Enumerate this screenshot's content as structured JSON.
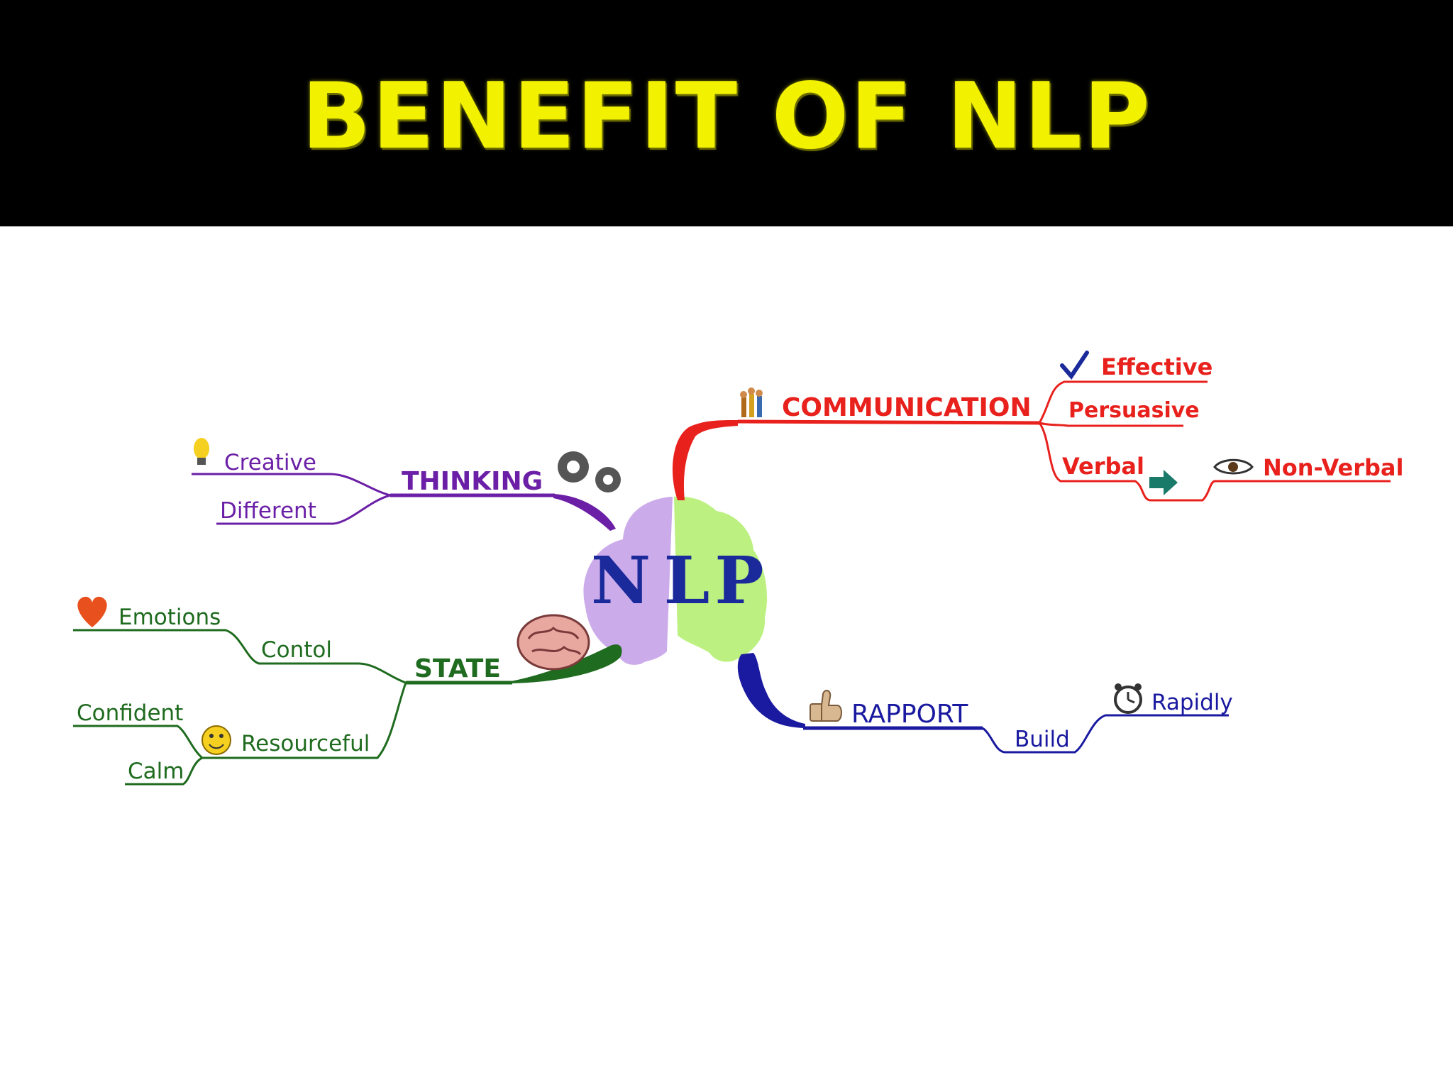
{
  "slide": {
    "title": "BENEFIT OF NLP"
  },
  "diagram": {
    "center": {
      "label": "NLP",
      "letters": [
        "N",
        "L",
        "P"
      ]
    },
    "colors": {
      "communication": "#e8211d",
      "thinking": "#6b1fa6",
      "state": "#1f6b1f",
      "rapport": "#1a1aa0",
      "center_text": "#1a2a9a",
      "center_left": "#c9a6ea",
      "center_right": "#b8f07a"
    },
    "branches": {
      "communication": {
        "label": "COMMUNICATION",
        "icon": "people-icon",
        "children": {
          "effective": {
            "label": "Effective",
            "icon": "checkmark-icon"
          },
          "persuasive": {
            "label": "Persuasive"
          },
          "verbal": {
            "label": "Verbal",
            "icon": "arrow-right-icon"
          },
          "non_verbal": {
            "label": "Non-Verbal",
            "icon": "eye-icon"
          }
        }
      },
      "thinking": {
        "label": "THINKING",
        "icon": "gears-icon",
        "children": {
          "creative": {
            "label": "Creative",
            "icon": "lightbulb-icon"
          },
          "different": {
            "label": "Different"
          }
        }
      },
      "state": {
        "label": "STATE",
        "icon": "brain-icon",
        "children": {
          "emotions": {
            "label": "Emotions",
            "icon": "heart-icon"
          },
          "control": {
            "label": "Contol"
          },
          "resourceful": {
            "label": "Resourceful",
            "icon": "smiley-icon"
          },
          "confident": {
            "label": "Confident"
          },
          "calm": {
            "label": "Calm"
          }
        }
      },
      "rapport": {
        "label": "RAPPORT",
        "icon": "thumbs-up-icon",
        "children": {
          "build": {
            "label": "Build"
          },
          "rapidly": {
            "label": "Rapidly",
            "icon": "alarm-clock-icon"
          }
        }
      }
    }
  }
}
